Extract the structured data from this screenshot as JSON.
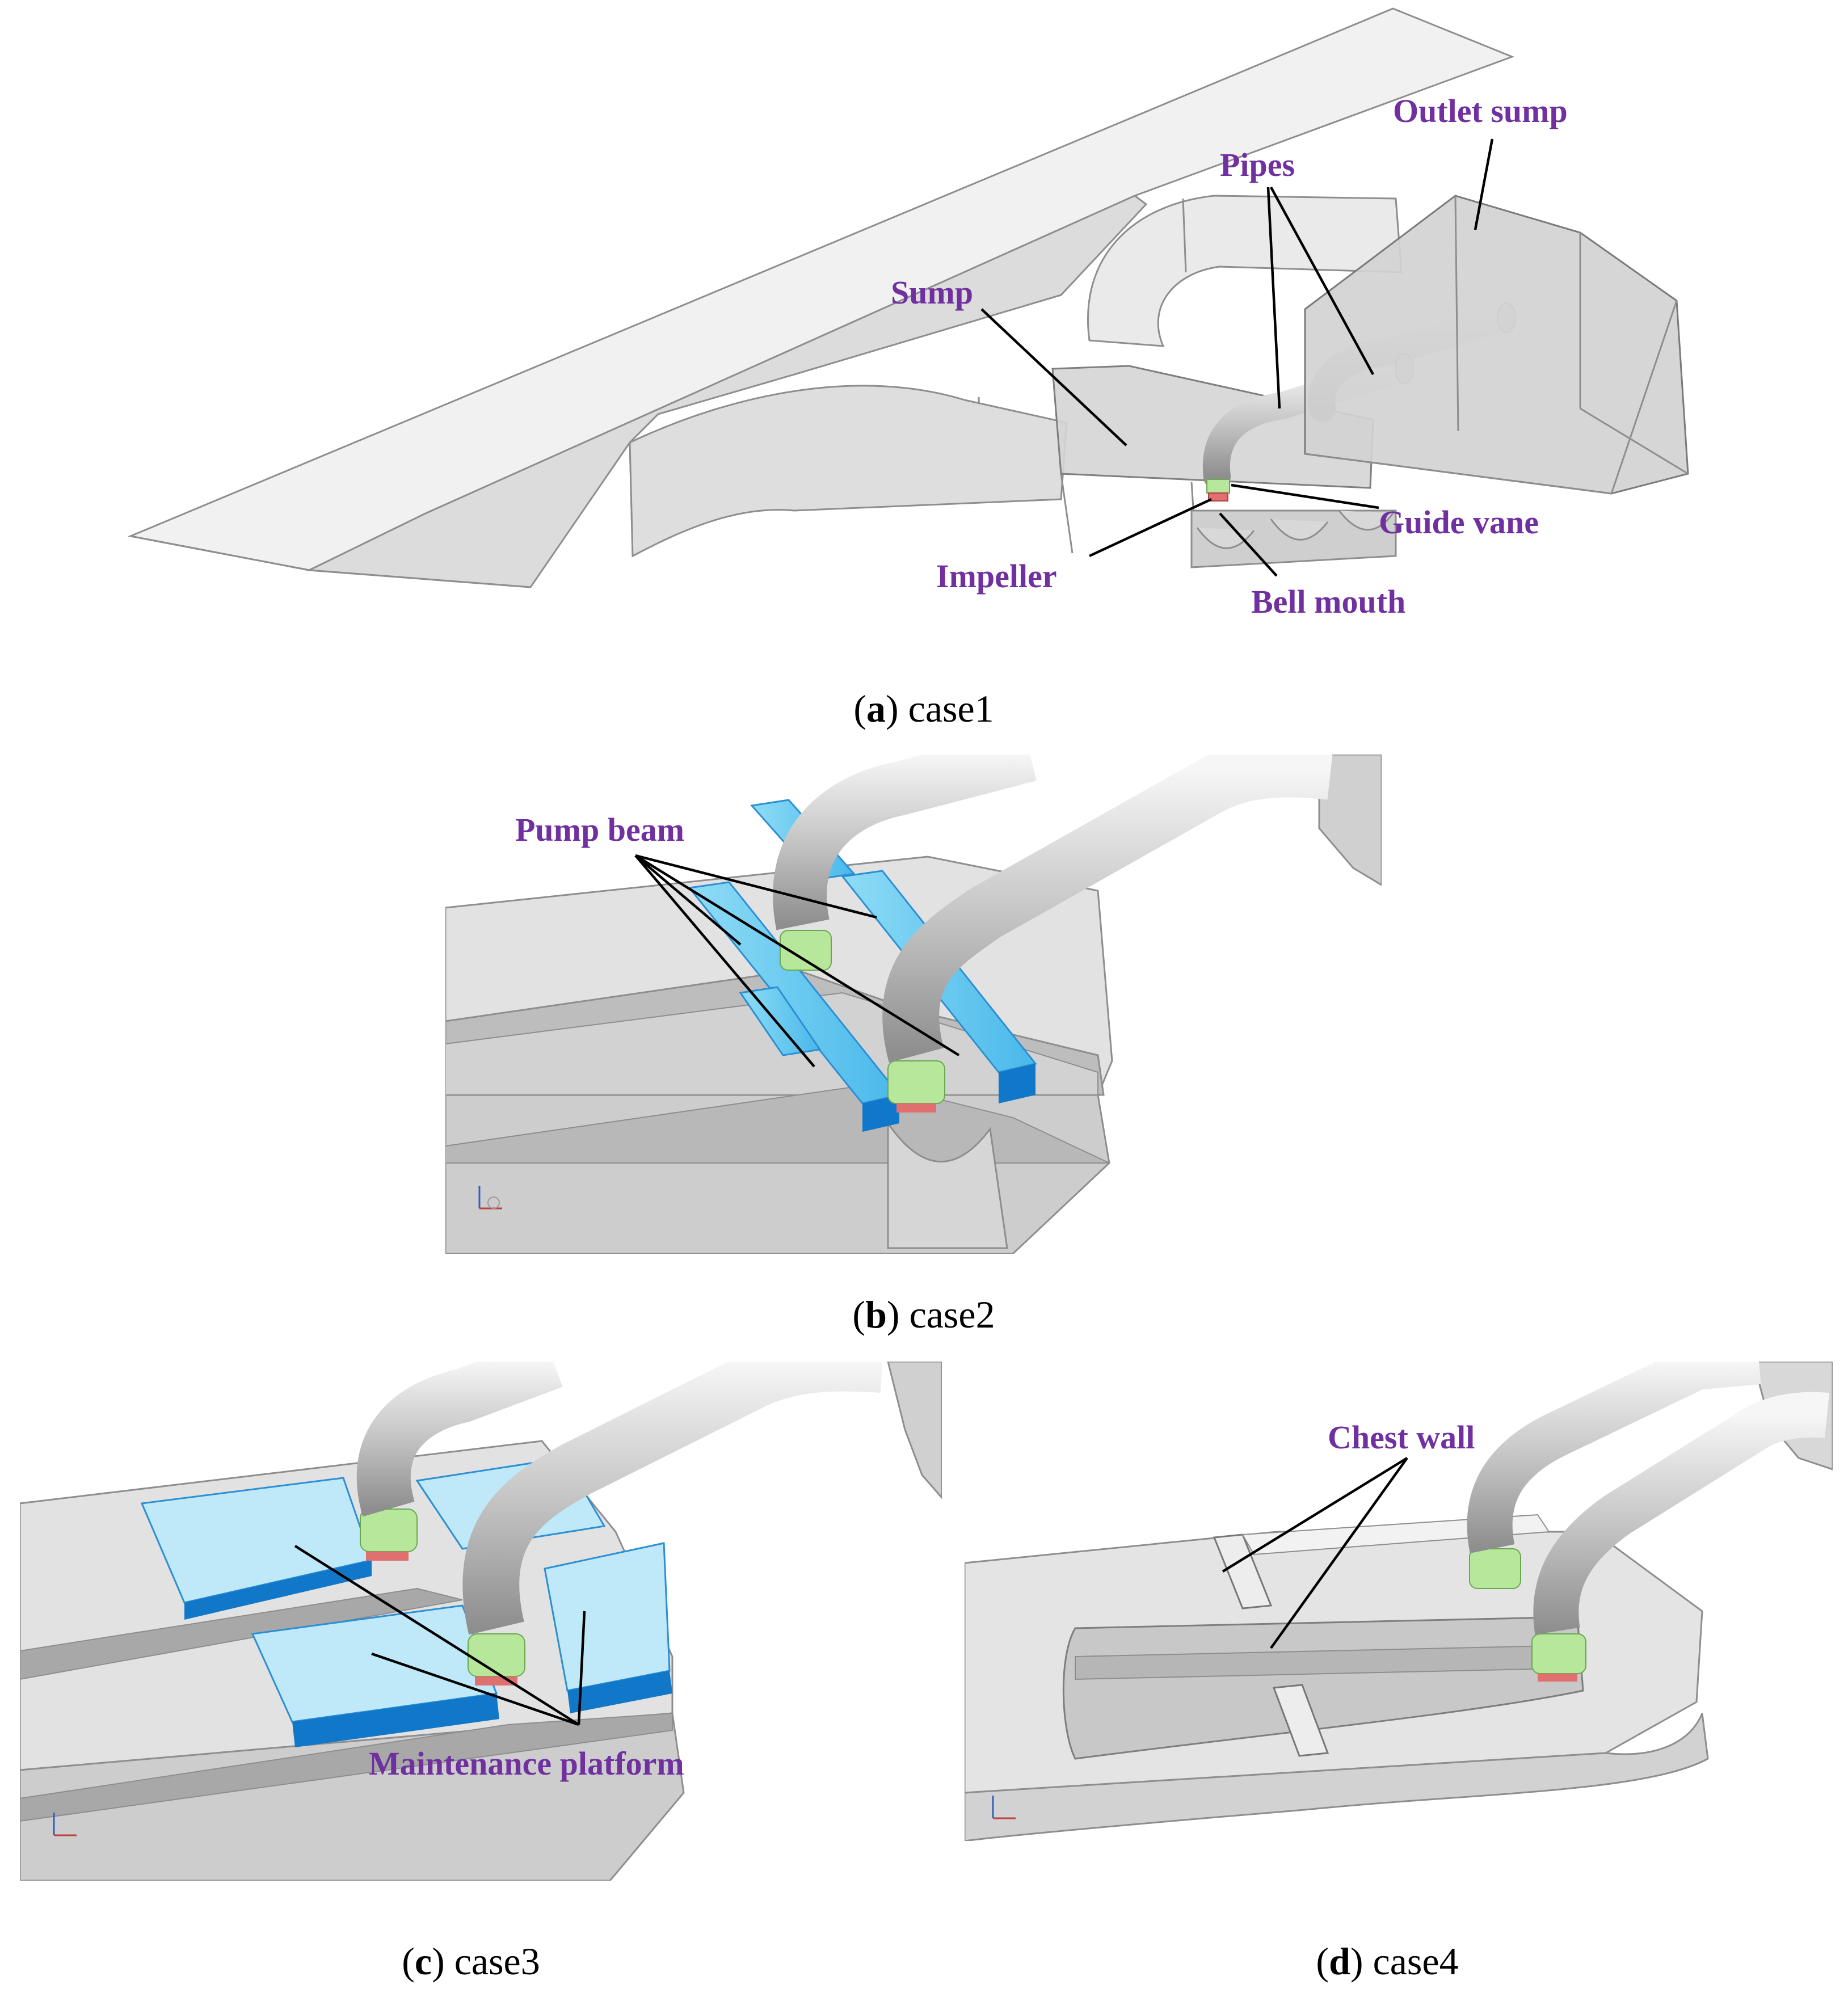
{
  "colors": {
    "label": "#7030A0",
    "structure_fill": "#e4e4e4",
    "structure_dark": "#a8a8a8",
    "pump_beam": "#55c4ef",
    "pump_beam_dark": "#1177c8",
    "guide_vane": "#b6e79a",
    "impeller": "#e07070"
  },
  "panels": {
    "a": {
      "caption_letter": "a",
      "caption_text": "case1",
      "labels": {
        "outlet_sump": "Outlet sump",
        "pipes": "Pipes",
        "sump": "Sump",
        "guide_vane": "Guide vane",
        "impeller": "Impeller",
        "bell_mouth": "Bell mouth"
      }
    },
    "b": {
      "caption_letter": "b",
      "caption_text": "case2",
      "labels": {
        "pump_beam": "Pump beam"
      }
    },
    "c": {
      "caption_letter": "c",
      "caption_text": "case3",
      "labels": {
        "maintenance_platform": "Maintenance platform"
      }
    },
    "d": {
      "caption_letter": "d",
      "caption_text": "case4",
      "labels": {
        "chest_wall": "Chest wall"
      }
    }
  }
}
